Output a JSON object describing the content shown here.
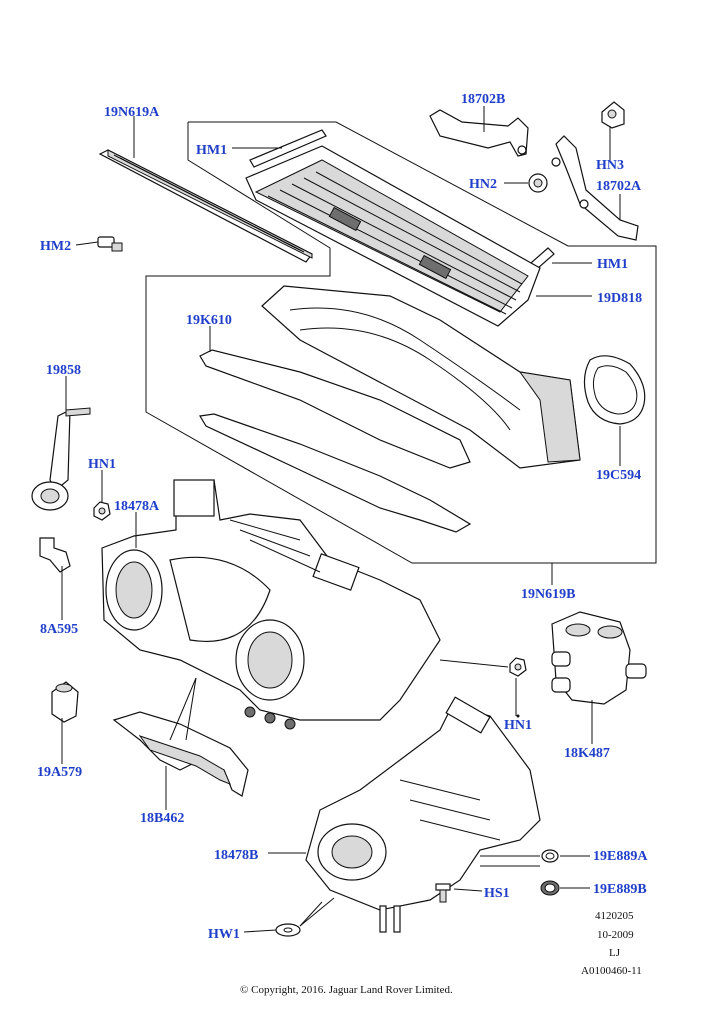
{
  "callouts": {
    "19N619A": "19N619A",
    "HM1_top": "HM1",
    "18702B": "18702B",
    "HN3": "HN3",
    "HN2": "HN2",
    "18702A": "18702A",
    "HM2": "HM2",
    "HM1_right": "HM1",
    "19D818": "19D818",
    "19K610": "19K610",
    "19858": "19858",
    "19C594": "19C594",
    "HN1_left": "HN1",
    "18478A": "18478A",
    "19N619B": "19N619B",
    "8A595": "8A595",
    "HN1_right": "HN1",
    "19A579": "19A579",
    "18K487": "18K487",
    "18B462": "18B462",
    "18478B": "18478B",
    "19E889A": "19E889A",
    "HS1": "HS1",
    "19E889B": "19E889B",
    "HW1": "HW1"
  },
  "metadata": {
    "code": "4120205",
    "date": "10-2009",
    "initials": "LJ",
    "ref": "A0100460-11"
  },
  "copyright": "© Copyright, 2016. Jaguar Land Rover Limited."
}
